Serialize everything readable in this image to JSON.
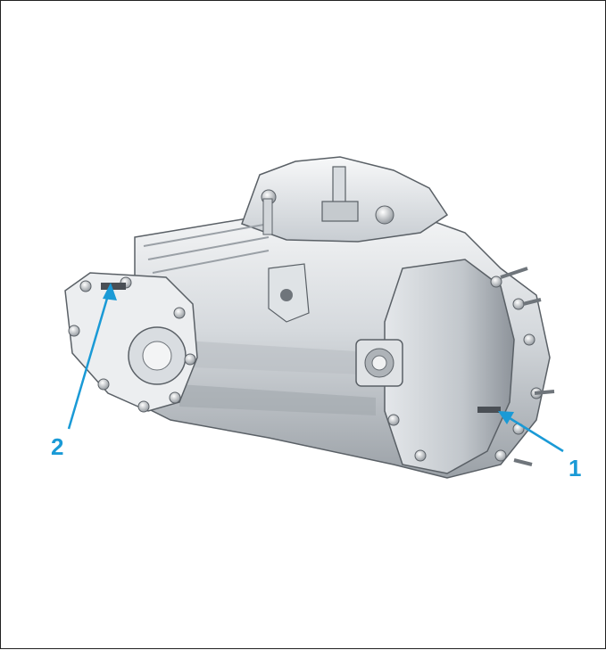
{
  "callouts": [
    {
      "id": "1",
      "label": "1"
    },
    {
      "id": "2",
      "label": "2"
    }
  ],
  "colors": {
    "callout": "#1a9ad6",
    "casting_light": "#eef0f2",
    "casting_mid": "#c9ced3",
    "casting_dark": "#8a9097",
    "outline": "#5a6066"
  }
}
